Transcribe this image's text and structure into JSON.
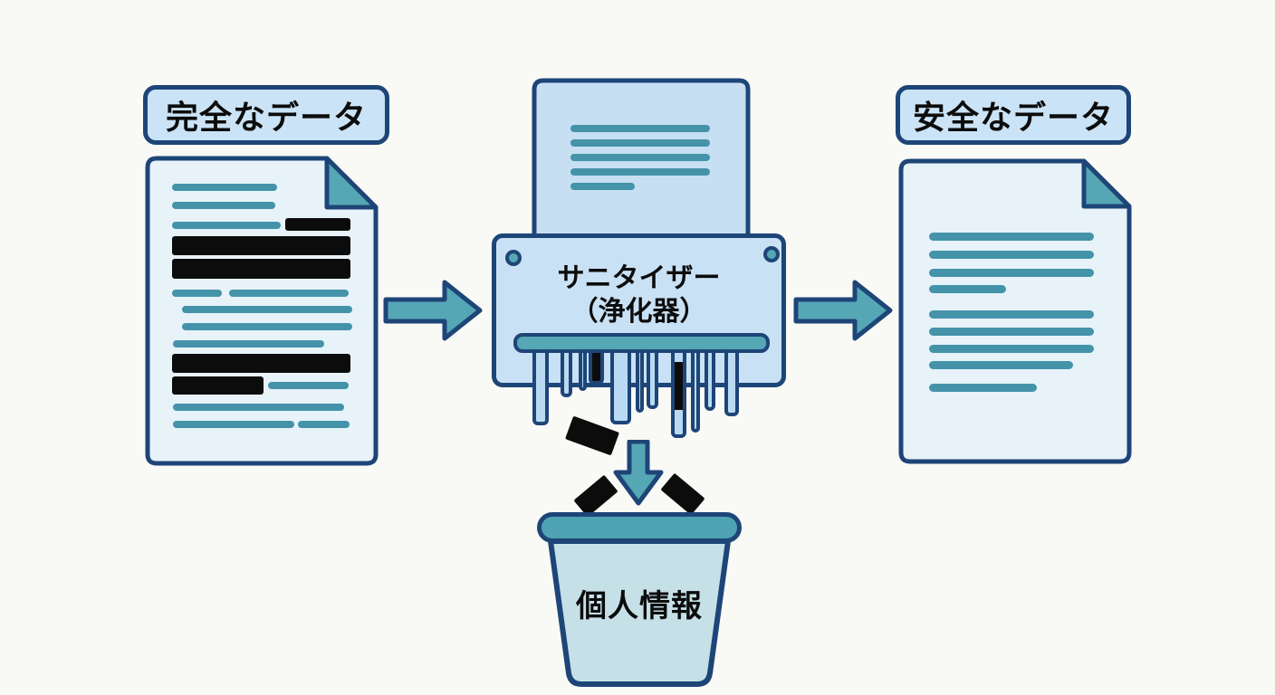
{
  "colors": {
    "background": "#f9f9f6",
    "navy": "#1e4578",
    "teal": "#55a7b5",
    "teal_line": "#4493a9",
    "black": "#0c0c0c",
    "label_fill": "#cbe3f6",
    "doc_fill": "#e7f2f9",
    "feed_fill": "#c6dff2",
    "shredder_fill": "#c9e1f4",
    "strip_fill": "#badaf3",
    "rim_fill": "#4fa3b2",
    "bin_fill": "#c6e0e8"
  },
  "labels": {
    "input_label": "完全なデータ",
    "output_label": "安全なデータ"
  },
  "shredder": {
    "name_line1": "サニタイザー",
    "name_line2": "（浄化器）"
  },
  "bin": {
    "label": "個人情報"
  },
  "documents": {
    "input": {
      "bars": [
        {
          "t": 28,
          "l": 27,
          "w": 116,
          "h": 8,
          "c": "t"
        },
        {
          "t": 48,
          "l": 27,
          "w": 114,
          "h": 8,
          "c": "t"
        },
        {
          "t": 70,
          "l": 27,
          "w": 120,
          "h": 8,
          "c": "t"
        },
        {
          "t": 66,
          "l": 152,
          "w": 72,
          "h": 14,
          "c": "b"
        },
        {
          "t": 86,
          "l": 27,
          "w": 197,
          "h": 21,
          "c": "b"
        },
        {
          "t": 111,
          "l": 27,
          "w": 197,
          "h": 22,
          "c": "b"
        },
        {
          "t": 145,
          "l": 27,
          "w": 55,
          "h": 8,
          "c": "t"
        },
        {
          "t": 145,
          "l": 90,
          "w": 132,
          "h": 8,
          "c": "t"
        },
        {
          "t": 163,
          "l": 38,
          "w": 188,
          "h": 8,
          "c": "t"
        },
        {
          "t": 182,
          "l": 38,
          "w": 188,
          "h": 8,
          "c": "t"
        },
        {
          "t": 201,
          "l": 28,
          "w": 167,
          "h": 8,
          "c": "t"
        },
        {
          "t": 216,
          "l": 27,
          "w": 197,
          "h": 21,
          "c": "b"
        },
        {
          "t": 241,
          "l": 27,
          "w": 101,
          "h": 20,
          "c": "b"
        },
        {
          "t": 247,
          "l": 133,
          "w": 89,
          "h": 8,
          "c": "t"
        },
        {
          "t": 271,
          "l": 28,
          "w": 189,
          "h": 8,
          "c": "t"
        },
        {
          "t": 290,
          "l": 28,
          "w": 134,
          "h": 8,
          "c": "t"
        },
        {
          "t": 290,
          "l": 166,
          "w": 57,
          "h": 8,
          "c": "t"
        }
      ]
    },
    "feed": {
      "bars": [
        {
          "t": 49,
          "l": 40,
          "w": 154,
          "h": 8,
          "c": "t"
        },
        {
          "t": 65,
          "l": 40,
          "w": 154,
          "h": 8,
          "c": "t"
        },
        {
          "t": 81,
          "l": 40,
          "w": 154,
          "h": 8,
          "c": "t"
        },
        {
          "t": 97,
          "l": 40,
          "w": 154,
          "h": 8,
          "c": "t"
        },
        {
          "t": 113,
          "l": 40,
          "w": 71,
          "h": 8,
          "c": "t"
        }
      ]
    },
    "output": {
      "bars": [
        {
          "t": 79,
          "l": 31,
          "w": 182,
          "h": 9,
          "c": "t"
        },
        {
          "t": 99,
          "l": 31,
          "w": 182,
          "h": 9,
          "c": "t"
        },
        {
          "t": 119,
          "l": 31,
          "w": 182,
          "h": 9,
          "c": "t"
        },
        {
          "t": 137,
          "l": 31,
          "w": 85,
          "h": 9,
          "c": "t"
        },
        {
          "t": 165,
          "l": 31,
          "w": 182,
          "h": 9,
          "c": "t"
        },
        {
          "t": 184,
          "l": 31,
          "w": 182,
          "h": 9,
          "c": "t"
        },
        {
          "t": 203,
          "l": 31,
          "w": 182,
          "h": 9,
          "c": "t"
        },
        {
          "t": 221,
          "l": 31,
          "w": 159,
          "h": 9,
          "c": "t"
        },
        {
          "t": 246,
          "l": 31,
          "w": 119,
          "h": 9,
          "c": "t"
        }
      ]
    }
  },
  "strips": [
    {
      "l": 45,
      "w": 18,
      "h": 82
    },
    {
      "l": 76,
      "w": 13,
      "h": 51
    },
    {
      "l": 96,
      "w": 9,
      "h": 44
    },
    {
      "l": 107,
      "w": 17,
      "h": 37,
      "c": "b"
    },
    {
      "l": 131,
      "w": 23,
      "h": 81
    },
    {
      "l": 159,
      "w": 9,
      "h": 68
    },
    {
      "l": 171,
      "w": 13,
      "h": 64
    },
    {
      "l": 198,
      "w": 17,
      "h": 96,
      "bk": {
        "t": 12,
        "h": 53
      }
    },
    {
      "l": 220,
      "w": 10,
      "h": 90
    },
    {
      "l": 235,
      "w": 12,
      "h": 66
    },
    {
      "l": 257,
      "w": 16,
      "h": 72
    }
  ]
}
